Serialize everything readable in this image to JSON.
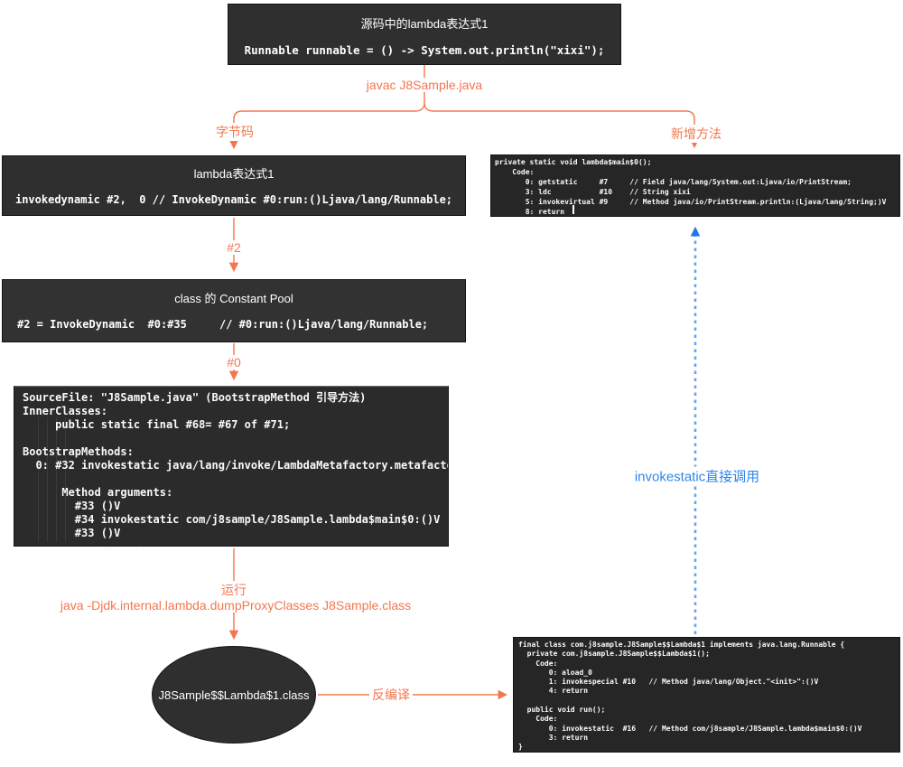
{
  "colors": {
    "arrow_orange": "#f4764e",
    "arrow_blue_line": "#66a3ec",
    "arrow_blue_head": "#1d78e8",
    "label_blue": "#2e86e8",
    "box_background": "#2f2f2f",
    "box_text": "#ffffff"
  },
  "nodes": {
    "source": {
      "title": "源码中的lambda表达式1",
      "code": "Runnable runnable = () -> System.out.println(\"xixi\");"
    },
    "bytecode": {
      "title": "lambda表达式1",
      "code": "invokedynamic #2,  0 // InvokeDynamic #0:run:()Ljava/lang/Runnable;"
    },
    "constant_pool": {
      "title": "class 的 Constant Pool",
      "code": "#2 = InvokeDynamic  #0:#35     // #0:run:()Ljava/lang/Runnable;"
    },
    "bootstrap": {
      "code": "SourceFile: \"J8Sample.java\" (BootstrapMethod 引导方法)\nInnerClasses:\n     public static final #68= #67 of #71;\n\nBootstrapMethods:\n  0: #32 invokestatic java/lang/invoke/LambdaMetafactory.metafactory\n\n      Method arguments:\n        #33 ()V\n        #34 invokestatic com/j8sample/J8Sample.lambda$main$0:()V\n        #33 ()V\n        ..........."
    },
    "lambda_method": {
      "code": "private static void lambda$main$0();\n    Code:\n       0: getstatic     #7     // Field java/lang/System.out:Ljava/io/PrintStream;\n       3: ldc           #10    // String xixi\n       5: invokevirtual #9     // Method java/io/PrintStream.println:(Ljava/lang/String;)V\n       8: return"
    },
    "proxy_class": {
      "label": "J8Sample$$Lambda$1.class"
    },
    "decompiled": {
      "code": "final class com.j8sample.J8Sample$$Lambda$1 implements java.lang.Runnable {\n  private com.j8sample.J8Sample$$Lambda$1();\n    Code:\n       0: aload_0\n       1: invokespecial #10   // Method java/lang/Object.\"<init>\":()V\n       4: return\n\n  public void run();\n    Code:\n       0: invokestatic  #16   // Method com/j8sample/J8Sample.lambda$main$0:()V\n       3: return\n}"
    }
  },
  "edges": {
    "javac": "javac J8Sample.java",
    "bytecode_branch": "字节码",
    "new_method_branch": "新增方法",
    "hash2": "#2",
    "hash0": "#0",
    "run": "运行",
    "run_cmd": "java -Djdk.internal.lambda.dumpProxyClasses J8Sample.class",
    "decompile": "反编译",
    "invokestatic": "invokestatic直接调用"
  }
}
